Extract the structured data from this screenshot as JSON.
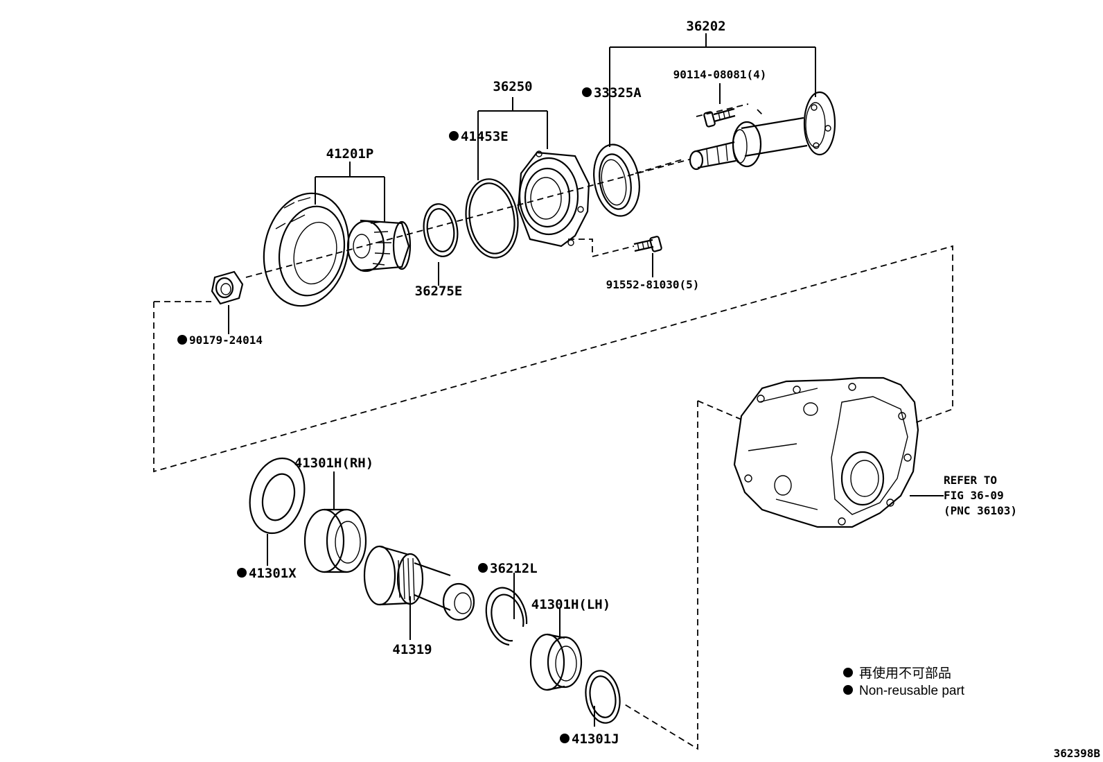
{
  "parts": {
    "p36202": "36202",
    "p90114": "90114-08081(4)",
    "p33325A": "33325A",
    "p36250": "36250",
    "p41453E": "41453E",
    "p41201P": "41201P",
    "p36275E": "36275E",
    "p91552": "91552-81030(5)",
    "p90179": "90179-24014",
    "p41301H_RH": "41301H(RH)",
    "p41301X": "41301X",
    "p36212L": "36212L",
    "p41301H_LH": "41301H(LH)",
    "p41319": "41319",
    "p41301J": "41301J"
  },
  "refer": {
    "line1": "REFER TO",
    "line2": "FIG 36-09",
    "line3": "(PNC 36103)"
  },
  "legend": {
    "jp": "再使用不可部品",
    "en": "Non-reusable part"
  },
  "figure_id": "362398B"
}
